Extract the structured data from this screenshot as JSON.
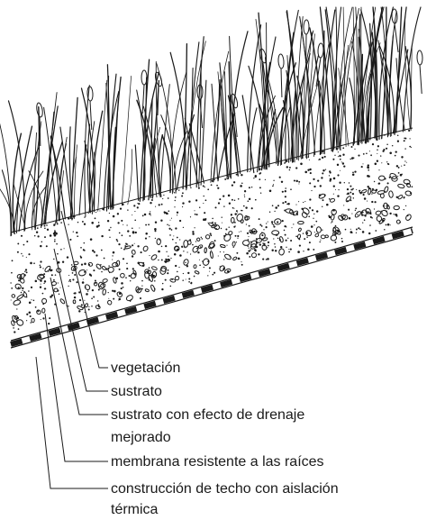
{
  "labels": {
    "vegetation": "vegetación",
    "substrate": "sustrato",
    "drainage_substrate_line1": "sustrato con efecto de drenaje",
    "drainage_substrate_line2": "mejorado",
    "root_membrane": "membrana resistente a las raíces",
    "roof_construction_line1": "construcción de techo con aislación",
    "roof_construction_line2": "térmica"
  },
  "colors": {
    "ink": "#1a1a1a",
    "background": "#ffffff"
  }
}
